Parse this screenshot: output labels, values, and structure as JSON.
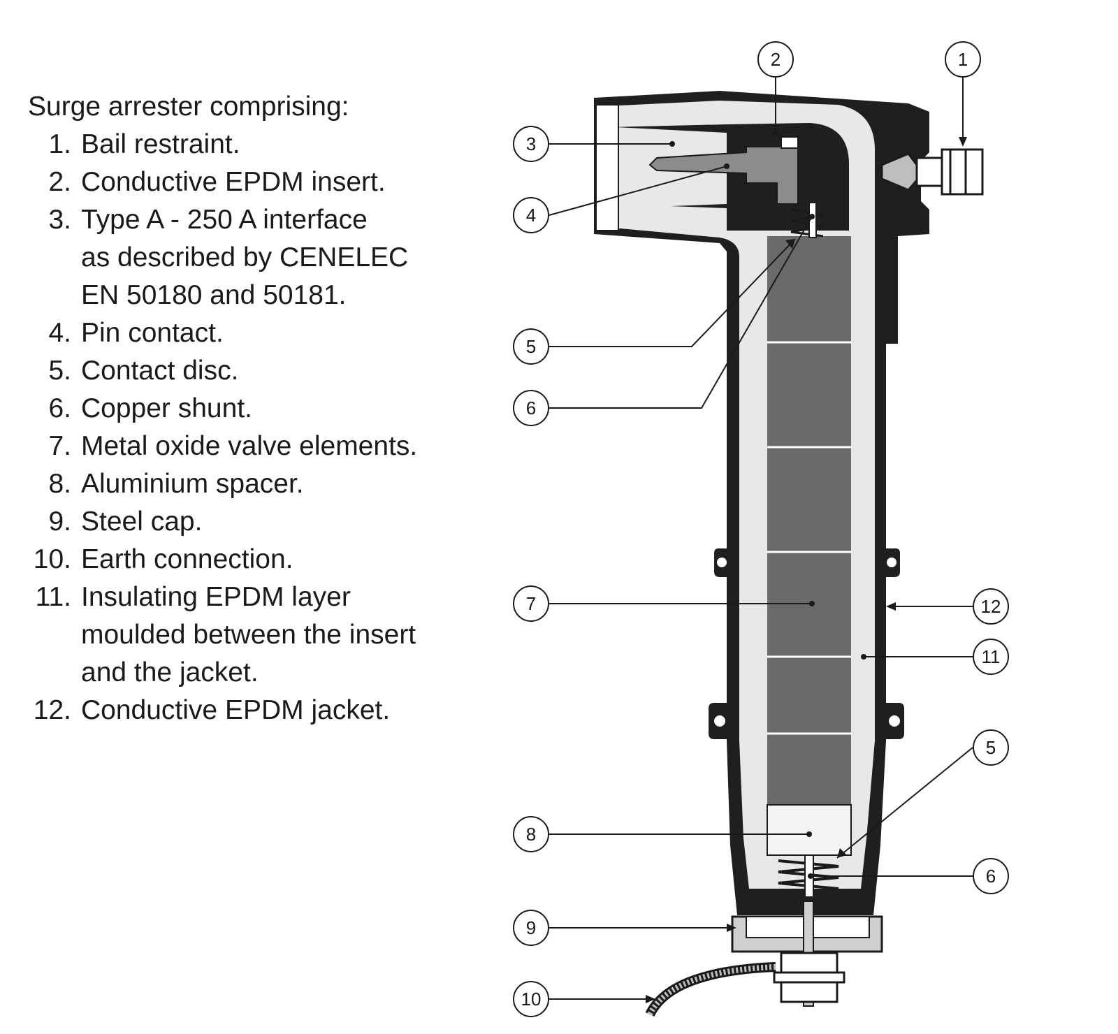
{
  "legend": {
    "title": "Surge arrester comprising:",
    "items": [
      {
        "num": "1.",
        "lines": [
          "Bail restraint."
        ]
      },
      {
        "num": "2.",
        "lines": [
          "Conductive EPDM insert."
        ]
      },
      {
        "num": "3.",
        "lines": [
          "Type A - 250 A interface",
          "as described by CENELEC",
          "EN 50180 and 50181."
        ]
      },
      {
        "num": "4.",
        "lines": [
          "Pin contact."
        ]
      },
      {
        "num": "5.",
        "lines": [
          "Contact disc."
        ]
      },
      {
        "num": "6.",
        "lines": [
          "Copper shunt."
        ]
      },
      {
        "num": "7.",
        "lines": [
          "Metal oxide valve elements."
        ]
      },
      {
        "num": "8.",
        "lines": [
          "Aluminium spacer."
        ]
      },
      {
        "num": "9.",
        "lines": [
          "Steel cap."
        ]
      },
      {
        "num": "10.",
        "lines": [
          "Earth connection."
        ]
      },
      {
        "num": "11.",
        "lines": [
          "Insulating EPDM layer",
          "moulded between the insert",
          "and the jacket."
        ]
      },
      {
        "num": "12.",
        "lines": [
          "Conductive EPDM jacket."
        ]
      }
    ]
  },
  "callouts": [
    "2",
    "1",
    "3",
    "4",
    "5",
    "6",
    "7",
    "12",
    "11",
    "5",
    "8",
    "6",
    "9",
    "10"
  ],
  "colors": {
    "jacket": "#1f1f1f",
    "insulation": "#e8e8e8",
    "valve_elements": "#6a6a6a",
    "pin": "#8c8c8c",
    "spacer": "#f4f4f4",
    "line": "#1a1a1a"
  }
}
